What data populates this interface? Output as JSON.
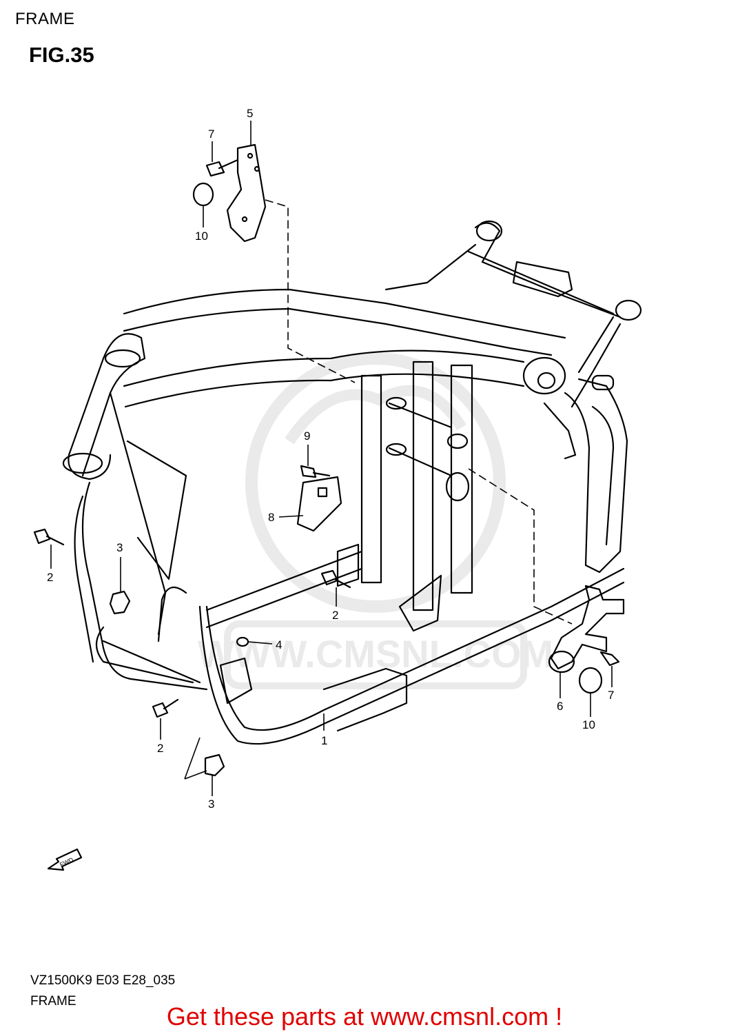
{
  "header": {
    "section_title": "FRAME",
    "figure_label": "FIG.35"
  },
  "footer": {
    "model_code": "VZ1500K9 E03 E28_035",
    "section_name": "FRAME",
    "cta": "Get these parts at www.cmsnl.com !"
  },
  "watermark": {
    "text": "WWW.CMSNL.COM"
  },
  "fwd_arrow": {
    "label": "FWD"
  },
  "callouts": [
    "1",
    "2",
    "2",
    "2",
    "3",
    "3",
    "4",
    "5",
    "6",
    "7",
    "7",
    "8",
    "9",
    "10",
    "10"
  ],
  "colors": {
    "ink": "#000000",
    "cta": "#e00000",
    "watermark": "#d9d9d9"
  }
}
